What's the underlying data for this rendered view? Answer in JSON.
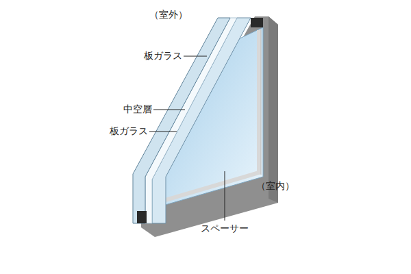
{
  "diagram": {
    "labels": [
      "（室外）",
      "板ガラス",
      "中空層",
      "板ガラス",
      "（室内）",
      "スペーサー"
    ]
  }
}
